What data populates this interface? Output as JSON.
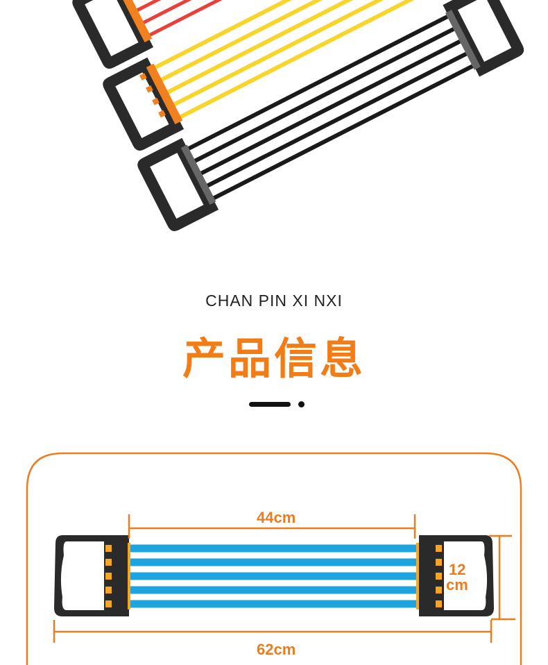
{
  "section": {
    "subtitle": "CHAN PIN XI NXI",
    "title": "产品信息"
  },
  "dimensions": {
    "cable_length": "44cm",
    "total_length": "62cm",
    "handle_height_value": "12",
    "handle_height_unit": "cm"
  },
  "colors": {
    "accent": "#f27c16",
    "cable_blue": "#1ea5df",
    "cable_yellow": "#f7d52a",
    "cable_red": "#e8403a",
    "cable_black": "#1a1a1a"
  }
}
